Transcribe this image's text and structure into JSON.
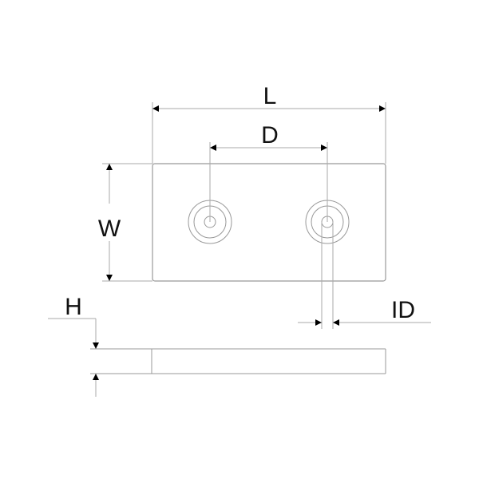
{
  "drawing": {
    "title": "Magnetic plate with two countersunk holes - dimension drawing",
    "labels": {
      "length": "L",
      "distance": "D",
      "width": "W",
      "inner_diameter": "ID",
      "height": "H"
    },
    "colors": {
      "background": "#ffffff",
      "outline": "#999999",
      "dimension_line": "#aaaaaa",
      "arrow": "#000000",
      "text": "#111111"
    }
  }
}
